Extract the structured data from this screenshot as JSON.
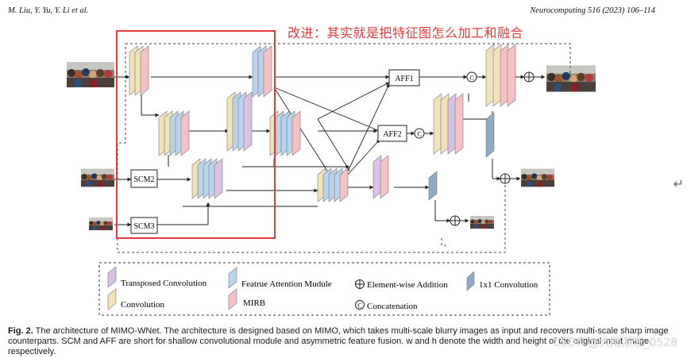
{
  "header": {
    "authors": "M. Liu, Y. Yu, Y. Li et al.",
    "journal": "Neurocomputing 516 (2023) 106–114"
  },
  "annotation": {
    "text": "改进：其实就是把特征图怎么加工和融合",
    "color": "#e23b3b"
  },
  "diagram": {
    "modules": {
      "scm2": "SCM2",
      "scm3": "SCM3",
      "aff1": "AFF1",
      "aff2": "AFF2"
    },
    "concat_symbol": "C",
    "colors": {
      "transposed_conv": "#d8c3e3",
      "conv": "#f2e2b8",
      "attention": "#b9d3ec",
      "mirb": "#f3c1c6",
      "one_by_one": "#8eaac4",
      "highlight_box": "#e23b3b"
    }
  },
  "legend": {
    "transposed_conv": "Transposed Convolution",
    "conv": "Convolution",
    "attention": "Featrue Attention Mudule",
    "mirb": "MIRB",
    "addition": "Element-wise Addition",
    "concatenation": "Concatenation",
    "one_by_one": "1x1 Convolution"
  },
  "caption": {
    "label": "Fig. 2.",
    "text": " The architecture of MIMO-WNet. The architecture is designed based on MIMO, which takes multi-scale blurry images as input and recovers multi-scale sharp image counterparts. SCM and AFF are short for shallow convolutional module and asymmetric feature fusion. w and h denote the width and height of the original input image, respectively."
  },
  "watermark": "CSDN @大雨淅淅_0528",
  "side_mark": "↵"
}
